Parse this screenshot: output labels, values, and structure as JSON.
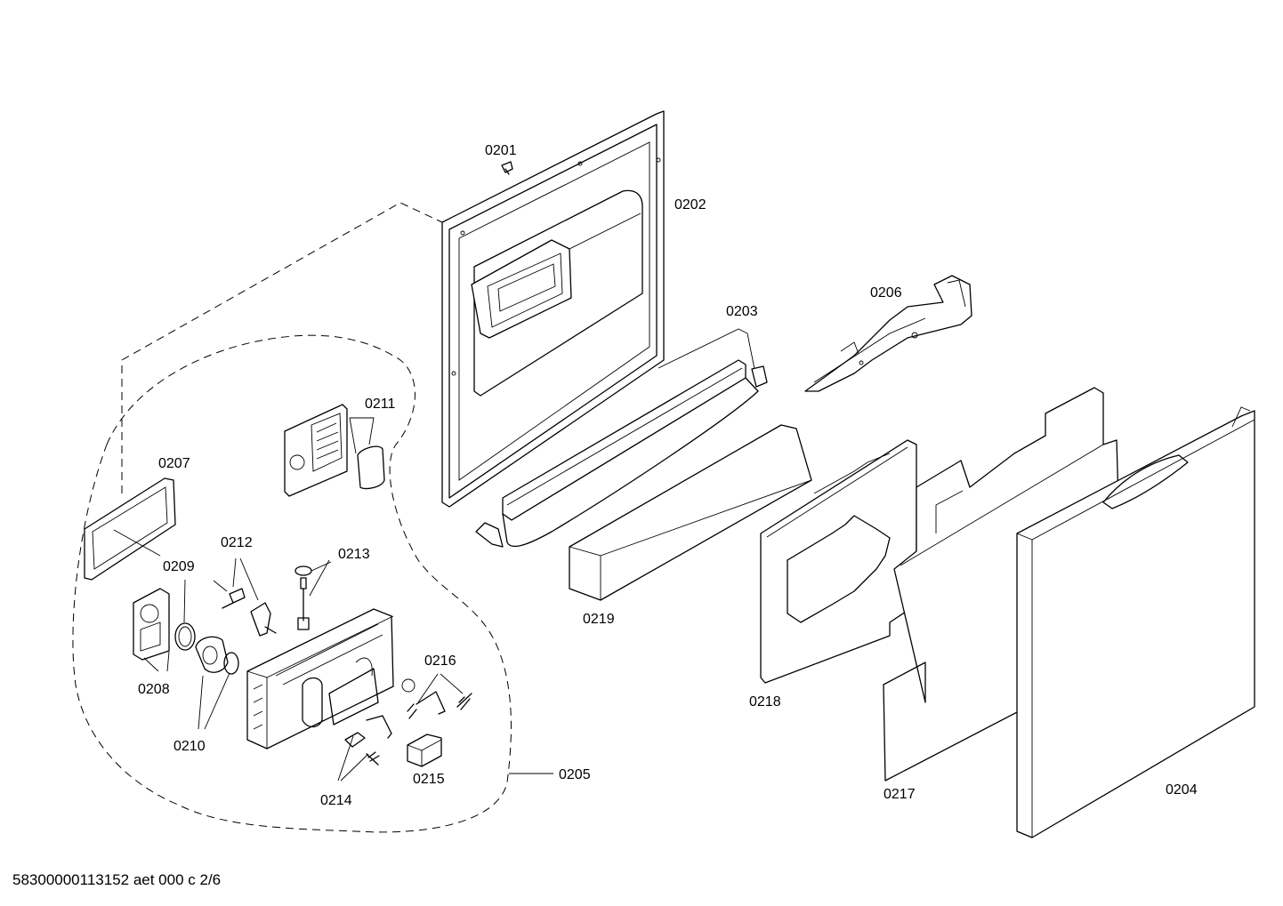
{
  "parts": {
    "p0201": "0201",
    "p0202": "0202",
    "p0203": "0203",
    "p0204": "0204",
    "p0205": "0205",
    "p0206": "0206",
    "p0207": "0207",
    "p0208": "0208",
    "p0209": "0209",
    "p0210": "0210",
    "p0211": "0211",
    "p0212": "0212",
    "p0213": "0213",
    "p0214": "0214",
    "p0215": "0215",
    "p0216": "0216",
    "p0217": "0217",
    "p0218": "0218",
    "p0219": "0219"
  },
  "footer": {
    "document_code": "58300000113152 aet 000 c 2/6"
  }
}
